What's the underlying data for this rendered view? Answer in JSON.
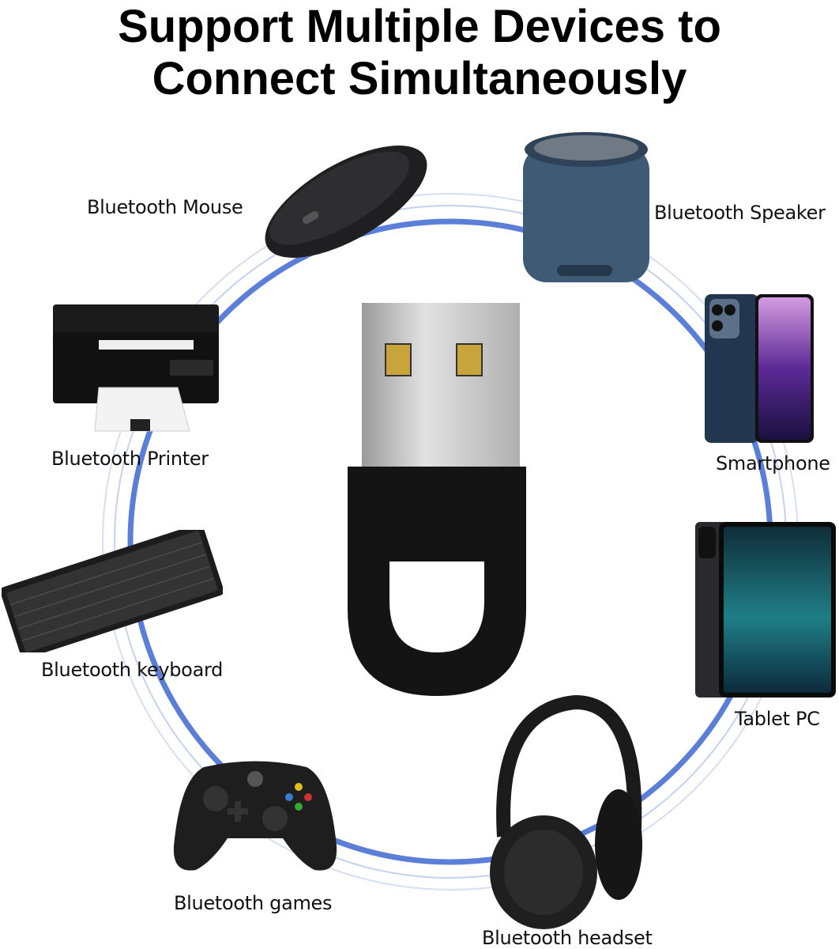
{
  "title": {
    "line1": "Support Multiple Devices to",
    "line2": "Connect Simultaneously"
  },
  "colors": {
    "ring": "#5b7fd6",
    "ring_light": "#c5d2ee",
    "device_dark": "#1c1c1e",
    "speaker": "#3f5a74",
    "usb_metal": "#c8c8c8",
    "usb_contact": "#c9a43a"
  },
  "devices": [
    {
      "label": "Bluetooth Mouse",
      "icon": "mouse-icon"
    },
    {
      "label": "Bluetooth Speaker",
      "icon": "speaker-icon"
    },
    {
      "label": "Bluetooth Printer",
      "icon": "printer-icon"
    },
    {
      "label": "Smartphone",
      "icon": "smartphone-icon"
    },
    {
      "label": "Bluetooth keyboard",
      "icon": "keyboard-icon"
    },
    {
      "label": "Tablet PC",
      "icon": "tablet-icon"
    },
    {
      "label": "Bluetooth games",
      "icon": "gamepad-icon"
    },
    {
      "label": "Bluetooth headset",
      "icon": "headphones-icon"
    }
  ],
  "center": {
    "icon": "usb-bluetooth-dongle-icon"
  }
}
